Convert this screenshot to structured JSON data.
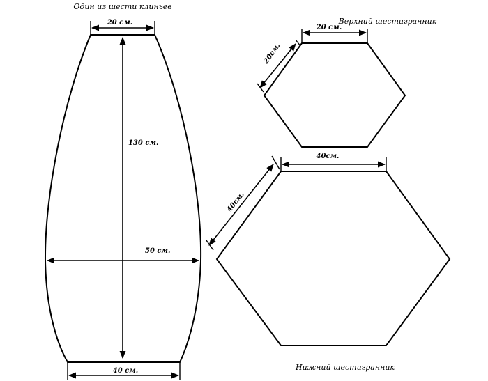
{
  "gore": {
    "title": "Один из шести клиньев",
    "top_width": "20 см.",
    "height": "130 см.",
    "mid_width": "50 см.",
    "bottom_width": "40 см."
  },
  "top_hexagon": {
    "title": "Верхний шестигранник",
    "top_side": "20 см.",
    "slant_side": "20см."
  },
  "bottom_hexagon": {
    "title": "Нижний шестигранник",
    "top_side": "40см.",
    "slant_side": "40см."
  }
}
